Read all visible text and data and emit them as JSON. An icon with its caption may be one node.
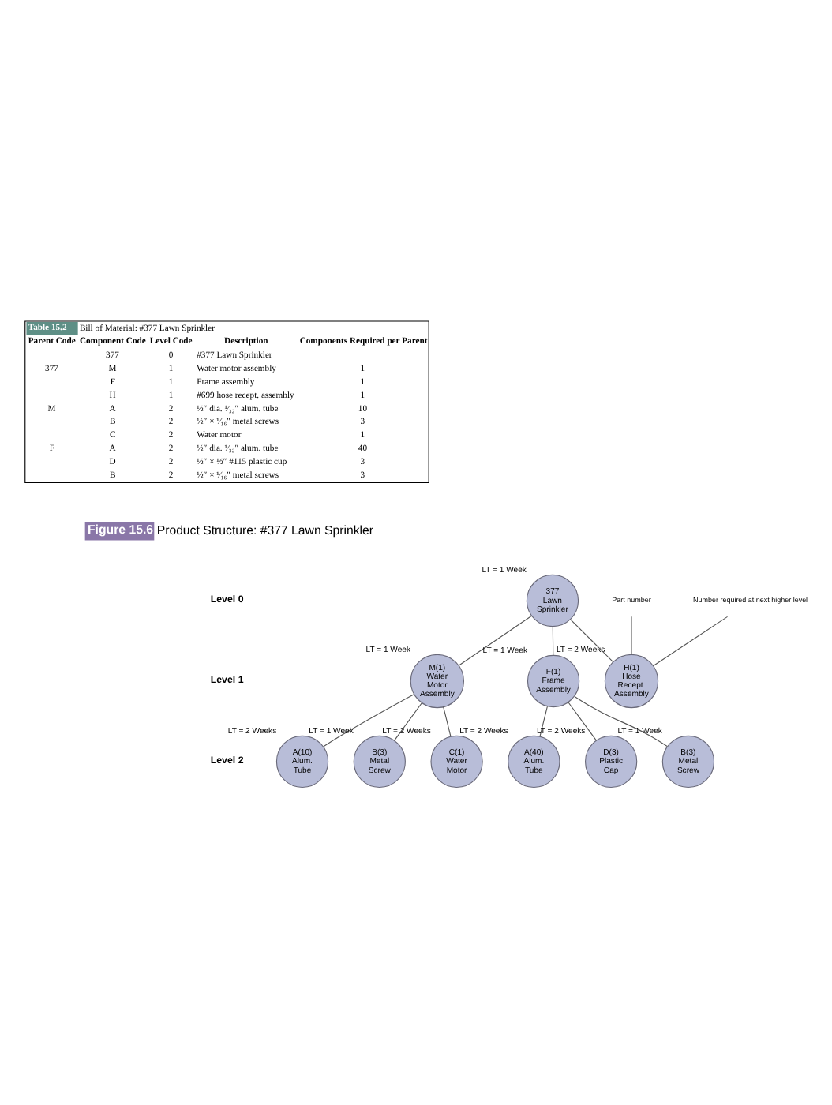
{
  "diagram": {
    "nodes": [
      {
        "text": [
          "377 Lawn Sprinkler"
        ],
        "beside": [
          "LT = 1 Week"
        ]
      },
      {
        "text": [
          "M(1) Water Motor Assembly"
        ],
        "beside": [
          "LT = 1 Week"
        ]
      },
      {
        "text": [
          "F(1) Frame Assembly"
        ],
        "beside": [
          "LT = 1 Week"
        ]
      },
      {
        "text": [
          "H(1) Hose Recept. Assembly"
        ],
        "beside": [
          "LT = 2 Weeks"
        ]
      },
      {
        "text": [
          "A(10) Alum. Tube"
        ],
        "beside": [
          "LT = 2 Weeks"
        ]
      },
      {
        "text": [
          "B(3) Metal Screw"
        ],
        "beside": [
          "LT = 1 Week"
        ]
      },
      {
        "text": [
          "C(1) Water Motor"
        ],
        "beside": [
          "LT = 2 Weeks"
        ]
      },
      {
        "text": [
          "A(40) Alum. Tube"
        ],
        "beside": [
          "LT = 2 Weeks"
        ]
      },
      {
        "text": [
          "D(3) Plastic Cap"
        ],
        "beside": [
          "LT = 2 Weeks"
        ]
      },
      {
        "text": [
          "B(3) Metal Screw"
        ],
        "beside": [
          "LT = 1 Week"
        ]
      },
      {
        "text": [
          "Part number"
        ]
      },
      {
        "text": [
          "Number required at next higher level"
        ]
      }
    ],
    "edges": [
      {
        "from": 0,
        "to": 1,
        "arrow": "none"
      },
      {
        "from": 0,
        "to": 2,
        "arrow": "none"
      },
      {
        "from": 0,
        "to": 3,
        "arrow": "none"
      },
      {
        "from": 1,
        "to": 4,
        "arrow": "none"
      },
      {
        "from": 1,
        "to": 5,
        "arrow": "none"
      },
      {
        "from": 1,
        "to": 6,
        "arrow": "none"
      },
      {
        "from": 2,
        "to": 7,
        "arrow": "none"
      },
      {
        "from": 2,
        "to": 8,
        "arrow": "none"
      },
      {
        "from": 2,
        "to": 9,
        "arrow": "none"
      },
      {
        "from": 10,
        "to": 3,
        "arrow": "none"
      },
      {
        "from": 11,
        "to": 3,
        "arrow": "none"
      }
    ],
    "labels": [
      "Table 15.2",
      "Bill of Material: #377 Lawn Sprinkler",
      "Parent Code",
      "Component Code",
      "Level Code",
      "Description",
      "Components Required per Parent",
      "377",
      "0",
      "#377 Lawn Sprinkler",
      "377",
      "M",
      "1",
      "Water motor assembly",
      "1",
      "F",
      "1",
      "Frame assembly",
      "1",
      "H",
      "1",
      "#699 hose recept. assembly",
      "1",
      "M",
      "A",
      "2",
      "½″ dia. ¹⁄₃₂″ alum. tube",
      "10",
      "B",
      "2",
      "½″ × ¹⁄₁₆″ metal screws",
      "3",
      "C",
      "2",
      "Water motor",
      "1",
      "F",
      "A",
      "2",
      "½″ dia. ¹⁄₃₂″ alum. tube",
      "40",
      "D",
      "2",
      "½″ × ½″ #115 plastic cup",
      "3",
      "B",
      "2",
      "½″ × ¹⁄₁₆″ metal screws",
      "3",
      "Figure 15.6",
      "Product Structure: #377 Lawn Sprinkler",
      "Level 0",
      "Level 1",
      "Level 2"
    ]
  }
}
